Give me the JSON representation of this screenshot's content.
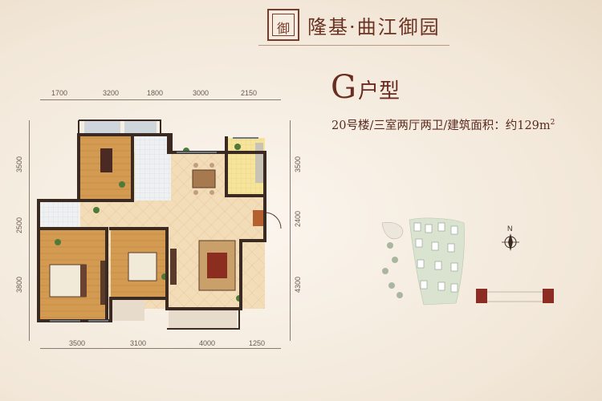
{
  "header": {
    "brand": "隆基·曲江御园",
    "logo_glyph": "御"
  },
  "unit": {
    "letter": "G",
    "word": "户型",
    "building": "20号楼",
    "layout": "三室两厅两卫",
    "area_label": "建筑面积：约129m",
    "area_sup": "2"
  },
  "dimensions": {
    "top": [
      "1700",
      "3200",
      "1800",
      "3000",
      "2150"
    ],
    "bottom": [
      "3500",
      "3100",
      "4000",
      "1250"
    ],
    "left": [
      "3500",
      "2500",
      "3800"
    ],
    "right": [
      "3500",
      "2400",
      "4300"
    ]
  },
  "compass": {
    "label": "N"
  },
  "colors": {
    "wall": "#3a2a22",
    "floor_wood": "#d4984f",
    "floor_tile": "#f1d9b5",
    "kitchen": "#f6e59a",
    "bath": "#e9ecef",
    "brand": "#6b3222"
  }
}
